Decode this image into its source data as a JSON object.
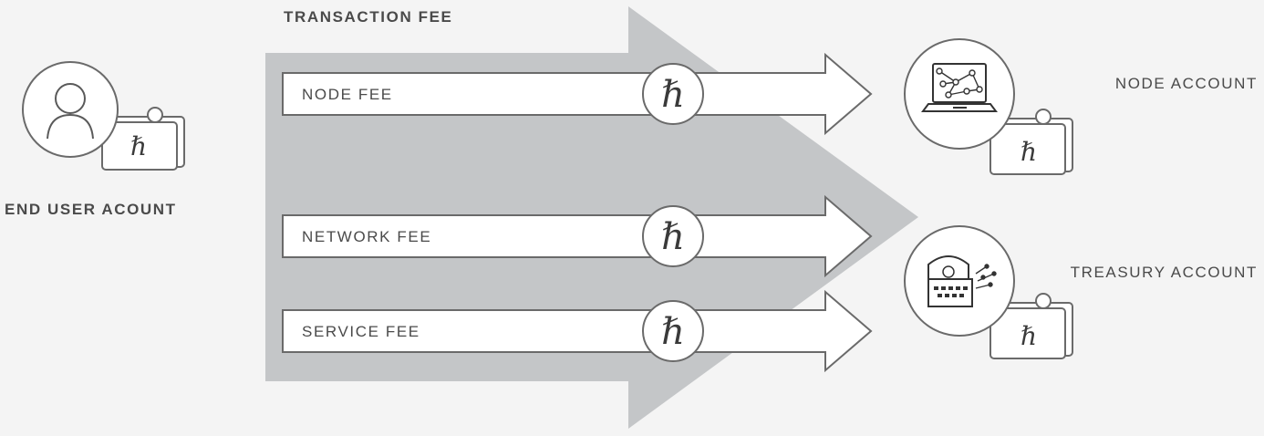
{
  "title": "TRANSACTION FEE",
  "end_user": {
    "label": "END USER ACOUNT",
    "wallet_symbol": "ℏ"
  },
  "fees": [
    {
      "label": "NODE FEE",
      "symbol": "ℏ"
    },
    {
      "label": "NETWORK FEE",
      "symbol": "ℏ"
    },
    {
      "label": "SERVICE FEE",
      "symbol": "ℏ"
    }
  ],
  "node_account": {
    "label": "NODE ACCOUNT",
    "wallet_symbol": "ℏ",
    "icon": "laptop-network-icon"
  },
  "treasury_account": {
    "label": "TREASURY ACCOUNT",
    "wallet_symbol": "ℏ",
    "icon": "treasure-chest-icon"
  },
  "colors": {
    "big_arrow": "#c4c6c8",
    "background": "#f4f4f4",
    "stroke": "#6a6a6a"
  }
}
